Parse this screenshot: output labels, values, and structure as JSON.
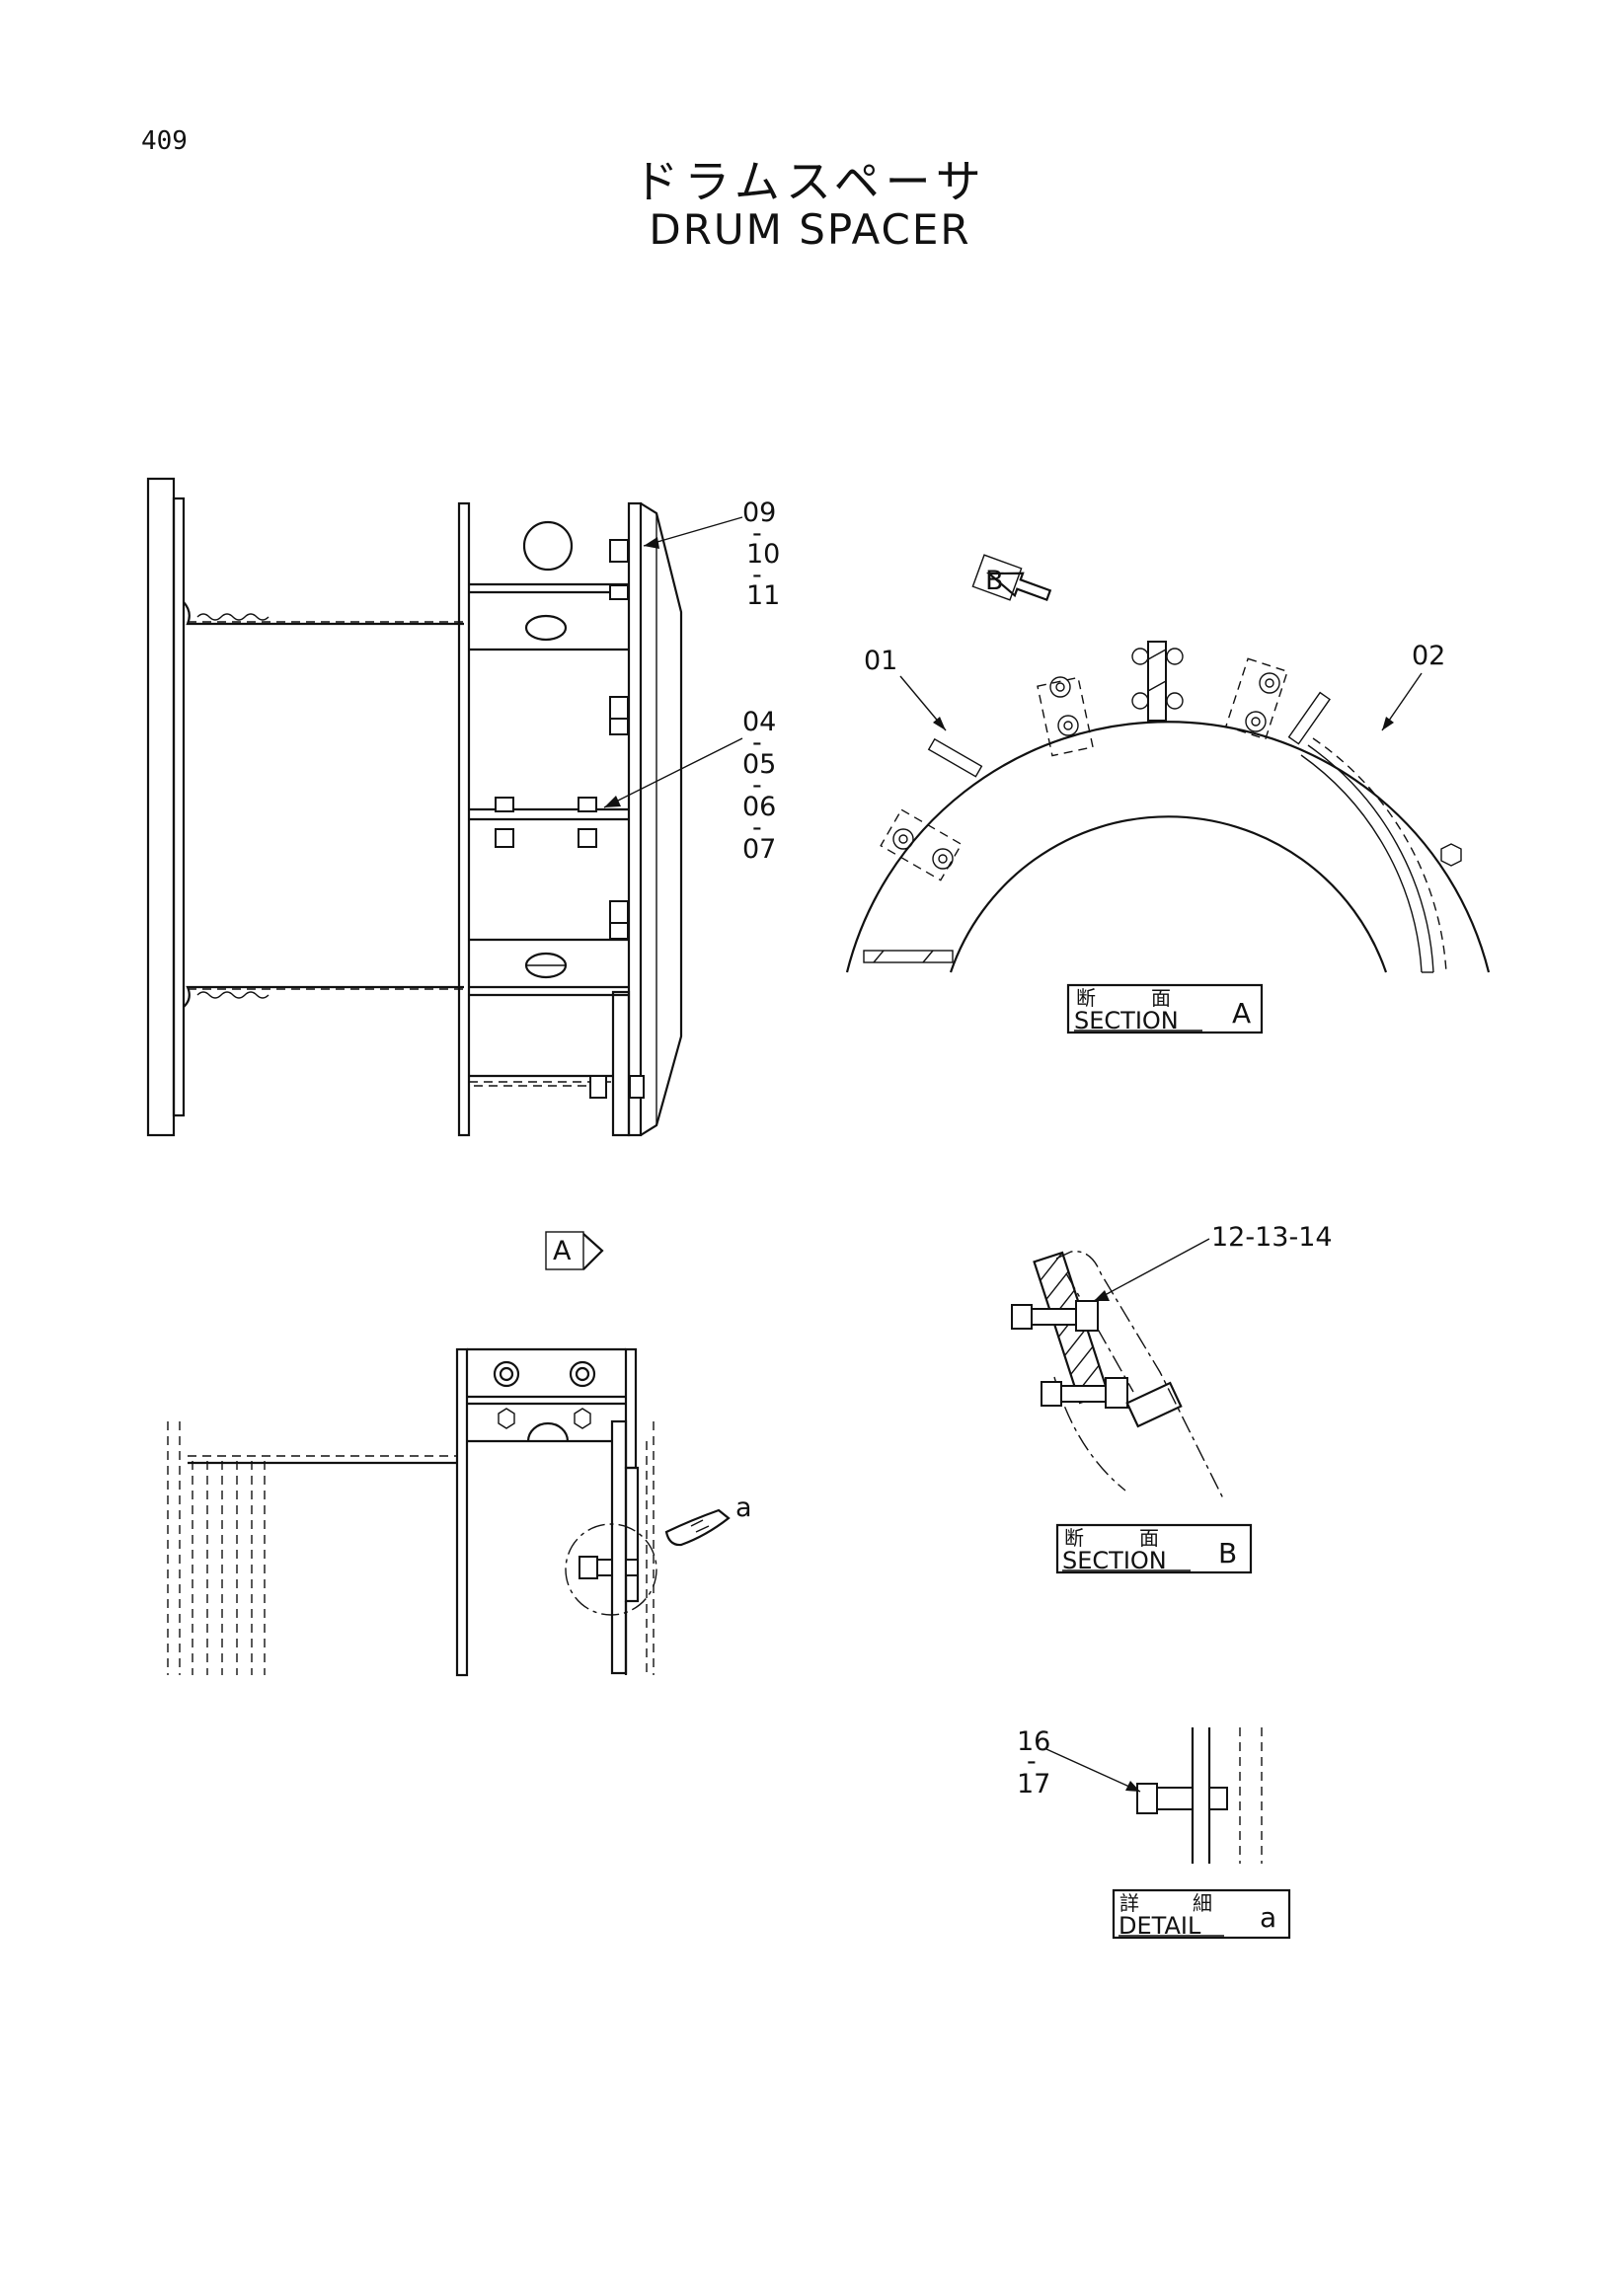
{
  "page": {
    "number": "409"
  },
  "title": {
    "japanese": "ドラムスペーサ",
    "english": "DRUM SPACER"
  },
  "callouts": {
    "group_09_11": [
      "09",
      "10",
      "11"
    ],
    "group_04_07": [
      "04",
      "05",
      "06",
      "07"
    ],
    "part_01": "01",
    "part_02": "02",
    "group_12_14": "12-13-14",
    "group_16_17": [
      "16",
      "17"
    ]
  },
  "view_arrows": {
    "arrow_a": "A",
    "arrow_b": "B"
  },
  "detail_reference": "a",
  "labels": {
    "section_a": {
      "jp_left": "断",
      "jp_right": "面",
      "en": "SECTION",
      "letter": "A"
    },
    "section_b": {
      "jp_left": "断",
      "jp_right": "面",
      "en": "SECTION",
      "letter": "B"
    },
    "detail_a": {
      "jp_left": "詳",
      "jp_right": "細",
      "en": "DETAIL",
      "letter": "a"
    }
  },
  "colors": {
    "ink": "#111111",
    "paper": "#ffffff"
  }
}
